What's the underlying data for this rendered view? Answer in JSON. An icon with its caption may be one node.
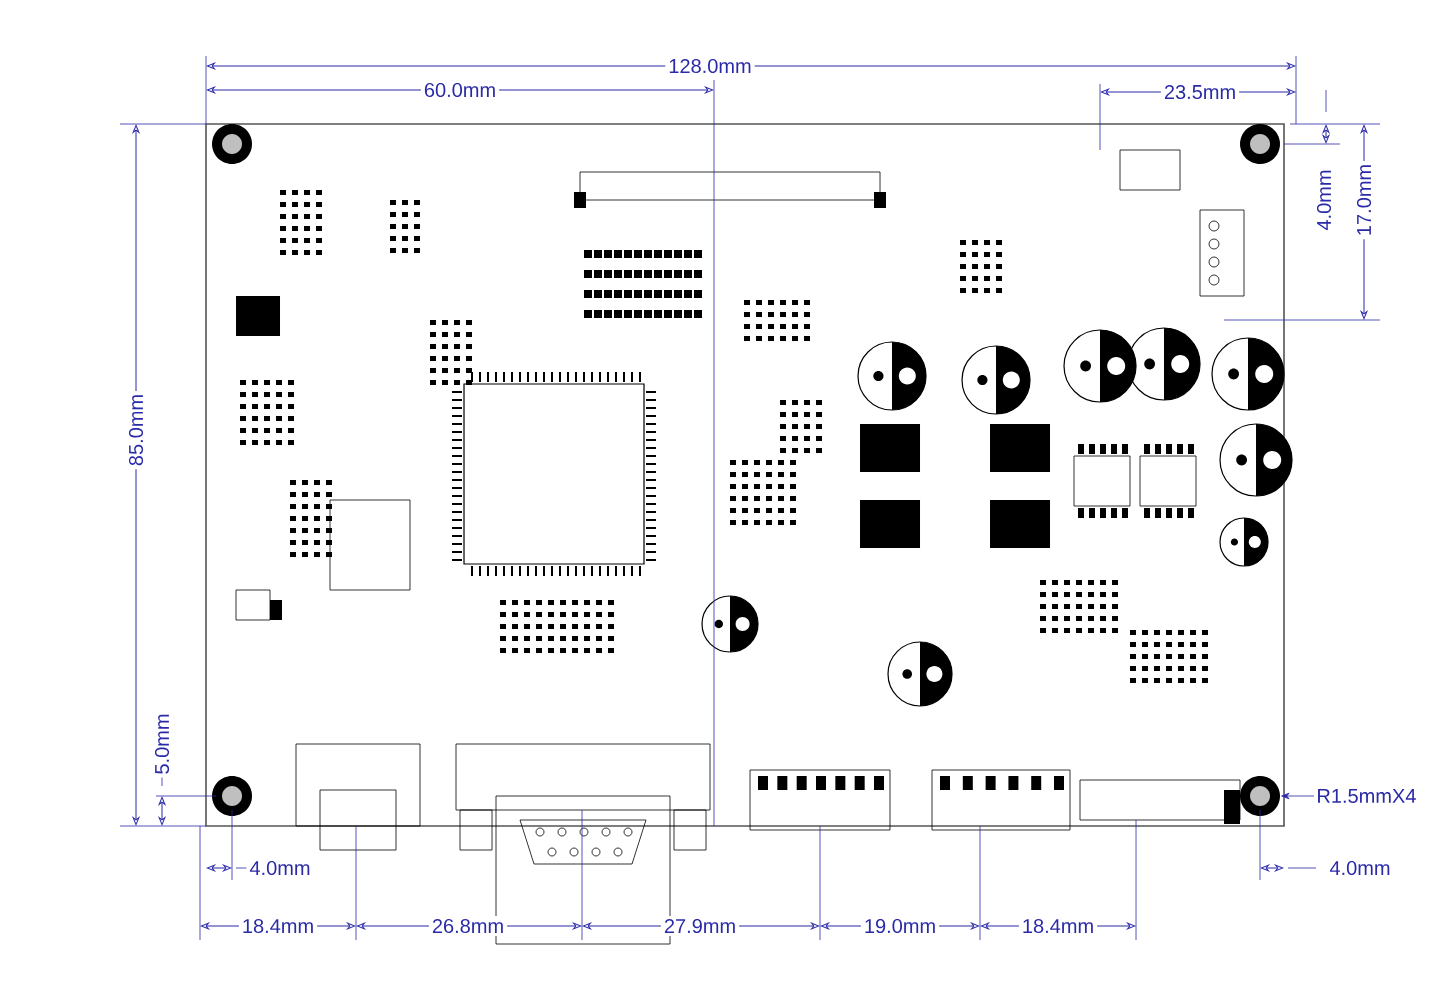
{
  "diagram": {
    "nodes": [
      {
        "text": [
          "R1.5mmX4"
        ]
      },
      {
        "text": [],
        "shape": "circle"
      }
    ],
    "edges": [
      {
        "from": 0,
        "to": 1,
        "arrow": "to"
      }
    ],
    "labels": [
      "128.0mm",
      "60.0mm",
      "23.5mm",
      "4.0mm",
      "17.0mm",
      "85.0mm",
      "5.0mm",
      "4.0mm",
      "4.0mm",
      "18.4mm",
      "26.8mm",
      "27.9mm",
      "19.0mm",
      "18.4mm"
    ]
  }
}
